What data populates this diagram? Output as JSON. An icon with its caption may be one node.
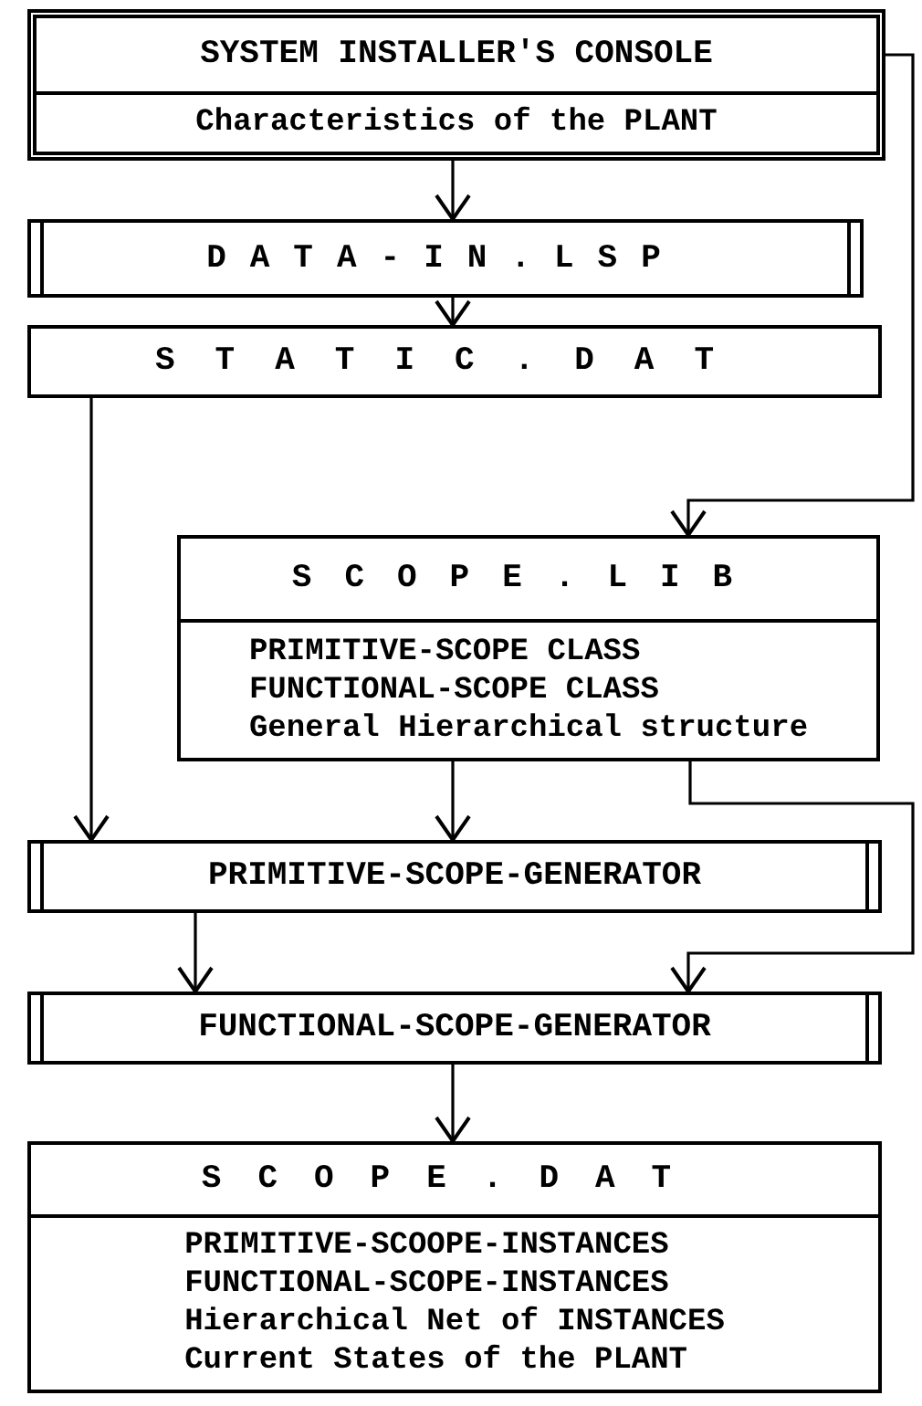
{
  "diagram": {
    "nodes": [
      {
        "text": [
          "SYSTEM INSTALLER'S CONSOLE",
          "Characteristics of the PLANT"
        ]
      },
      {
        "text": [
          "DATA-IN.LSP"
        ]
      },
      {
        "text": [
          "STATIC.DAT"
        ]
      },
      {
        "text": [
          "SCOPE.LIB",
          "PRIMITIVE-SCOPE CLASS",
          "FUNCTIONAL-SCOPE CLASS",
          "General Hierarchical structure"
        ]
      },
      {
        "text": [
          "PRIMITIVE-SCOPE-GENERATOR"
        ]
      },
      {
        "text": [
          "FUNCTIONAL-SCOPE-GENERATOR"
        ]
      },
      {
        "text": [
          "SCOPE.DAT",
          "PRIMITIVE-SCOOPE-INSTANCES",
          "FUNCTIONAL-SCOPE-INSTANCES",
          "Hierarchical Net of INSTANCES",
          "Current States of the PLANT"
        ]
      }
    ],
    "edges": [
      {
        "from": 0,
        "to": 1,
        "arrow": "to"
      },
      {
        "from": 1,
        "to": 2,
        "arrow": "to"
      },
      {
        "from": 0,
        "to": 3,
        "arrow": "to"
      },
      {
        "from": 2,
        "to": 4,
        "arrow": "to"
      },
      {
        "from": 3,
        "to": 4,
        "arrow": "to"
      },
      {
        "from": 4,
        "to": 5,
        "arrow": "to"
      },
      {
        "from": 3,
        "to": 5,
        "arrow": "to"
      },
      {
        "from": 5,
        "to": 6,
        "arrow": "to"
      }
    ]
  }
}
